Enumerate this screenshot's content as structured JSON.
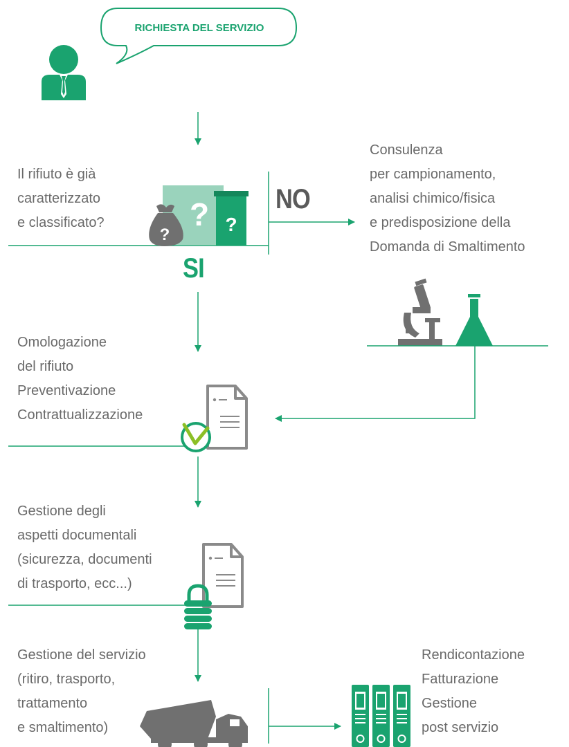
{
  "request_bubble": {
    "label": "RICHIESTA DEL SERVIZIO"
  },
  "decision": {
    "question_lines": [
      "Il rifiuto è già",
      "caratterizzato",
      "e classificato?"
    ],
    "no_label": "NO",
    "yes_label": "SI"
  },
  "consulting": {
    "lines": [
      "Consulenza",
      "per campionamento,",
      "analisi chimico/fisica",
      "e predisposizione della",
      "Domanda di Smaltimento"
    ]
  },
  "homologation": {
    "lines": [
      "Omologazione",
      "del rifiuto",
      "Preventivazione",
      "Contrattualizzazione"
    ]
  },
  "documents": {
    "lines": [
      "Gestione degli",
      "aspetti documentali",
      "(sicurezza, documenti",
      "di trasporto, ecc...)"
    ]
  },
  "service": {
    "lines": [
      "Gestione del servizio",
      "(ritiro, trasporto,",
      "trattamento",
      "e smaltimento)"
    ]
  },
  "reporting": {
    "lines": [
      "Rendicontazione",
      "Fatturazione",
      "Gestione",
      "post servizio"
    ]
  },
  "colors": {
    "green": "#1aa36f",
    "light_green": "#9ad3bc",
    "gray": "#707070",
    "lime": "#8cbf26"
  },
  "icons": [
    "user-icon",
    "waste-bag-icon",
    "container-icon",
    "bin-icon",
    "microscope-icon",
    "flask-icon",
    "document-icon",
    "check-icon",
    "padlock-icon",
    "dump-truck-icon",
    "binders-icon"
  ]
}
